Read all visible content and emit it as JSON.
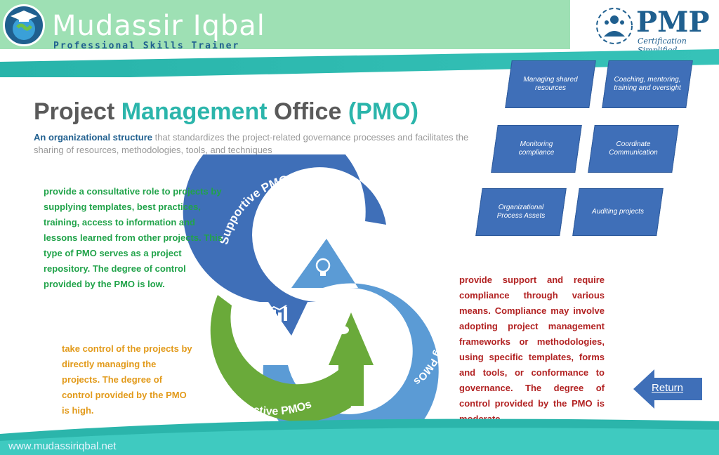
{
  "header": {
    "brand_name": "Mudassir Iqbal",
    "brand_tagline": "Professional Skills Trainer",
    "pmp_logo_name": "PMP",
    "pmp_logo_tagline": "Certification Simplified"
  },
  "main": {
    "title": {
      "part1": "Project",
      "part2": "Management",
      "part3": "Office",
      "part4": "(PMO)"
    },
    "description_bold": "An organizational structure",
    "description_rest": " that standardizes the project-related governance processes and facilitates the sharing of resources, methodologies, tools, and techniques"
  },
  "pmo_types": [
    {
      "label": "Supportive PMOs",
      "text": "provide a consultative role to projects by supplying templates, best practices, training, access to information and lessons learned from other projects. This type of PMO serves as a project repository. The degree of control provided by the PMO is low."
    },
    {
      "label": "Controlling PMOs",
      "text": "provide support and require compliance through various means. Compliance may involve adopting project management frameworks or methodologies, using specific templates, forms and tools, or conformance to governance. The degree of control provided by the PMO is moderate."
    },
    {
      "label": "Directive PMOs",
      "text": "take control of the projects by directly managing the projects. The degree of control provided by the PMO is high."
    }
  ],
  "functions": [
    "Managing shared resources",
    "Coaching, mentoring, training and oversight",
    "Monitoring compliance",
    "Coordinate Communication",
    "Organizational Process Assets",
    "Auditing projects"
  ],
  "return_label": "Return",
  "footer": {
    "website": "www.mudassiriqbal.net"
  },
  "colors": {
    "supportive": "#3f6fb8",
    "controlling": "#5b9bd5",
    "directive": "#6aaa3a",
    "header_band": "#9ee0b4",
    "teal": "#2bb5ab"
  },
  "icons": [
    "graduation-cap-globe-icon",
    "pmp-logo-icon",
    "bar-chart-icon",
    "lightbulb-icon",
    "chat-bubbles-icon",
    "left-arrow-icon"
  ]
}
